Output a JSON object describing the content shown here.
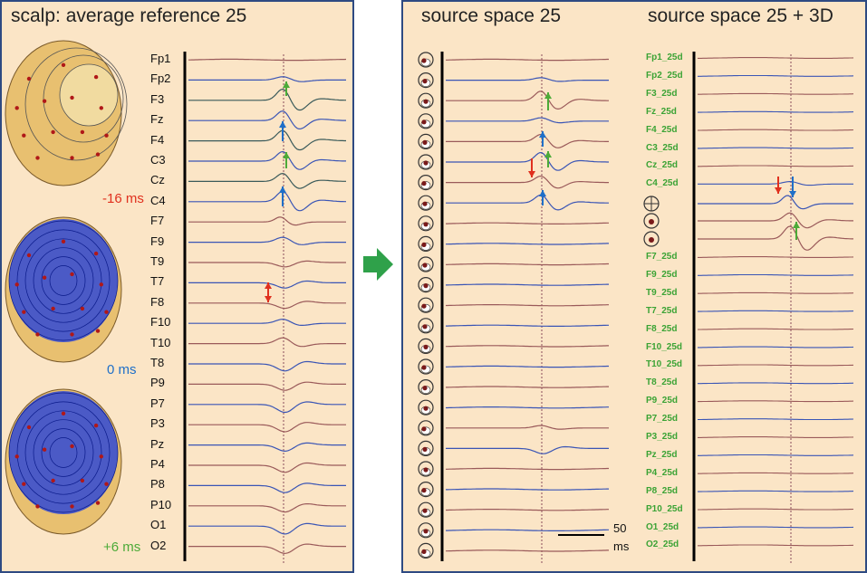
{
  "colors": {
    "panel_bg": "#fbe5c6",
    "panel_border": "#2e4a82",
    "trace_brown": "#9a5a5a",
    "trace_blue": "#3a55b5",
    "trace_dark": "#3a5a5a",
    "arrow_red": "#e0301e",
    "arrow_blue": "#1f6fc8",
    "arrow_green": "#4caa38",
    "label_green": "#3ba335",
    "proceed_arrow": "#2fa14a"
  },
  "left_panel": {
    "title": "scalp: average reference 25",
    "channels": [
      "Fp1",
      "Fp2",
      "F3",
      "Fz",
      "F4",
      "C3",
      "Cz",
      "C4",
      "F7",
      "F9",
      "T9",
      "T7",
      "F8",
      "F10",
      "T10",
      "T8",
      "P9",
      "P7",
      "P3",
      "Pz",
      "P4",
      "P8",
      "P10",
      "O1",
      "O2"
    ],
    "time_labels": [
      {
        "text": "-16 ms",
        "color": "#e0301e"
      },
      {
        "text": "0 ms",
        "color": "#1f6fc8"
      },
      {
        "text": "+6 ms",
        "color": "#4caa38"
      }
    ],
    "head_icons": [
      "scalp-map-minus16-icon",
      "scalp-map-0-icon",
      "scalp-map-plus6-icon"
    ]
  },
  "middle_panel": {
    "title": "source space 25",
    "icon_count": 25,
    "icon_name": "head-source-icon",
    "scale_bar": {
      "label_top": "50",
      "label_bottom": "ms"
    }
  },
  "right_panel": {
    "title": "source space 25 + 3D",
    "channels_top": [
      "Fp1_25d",
      "Fp2_25d",
      "F3_25d",
      "Fz_25d",
      "F4_25d",
      "C3_25d",
      "Cz_25d",
      "C4_25d"
    ],
    "special_icons": [
      "crosshair-head-icon",
      "head-source-icon",
      "head-source-icon"
    ],
    "channels_bottom": [
      "F7_25d",
      "F9_25d",
      "T9_25d",
      "T7_25d",
      "F8_25d",
      "F10_25d",
      "T10_25d",
      "T8_25d",
      "P9_25d",
      "P7_25d",
      "P3_25d",
      "Pz_25d",
      "P4_25d",
      "P8_25d",
      "P10_25d",
      "O1_25d",
      "O2_25d"
    ]
  },
  "proceed_arrow_icon": "right-arrow-icon"
}
